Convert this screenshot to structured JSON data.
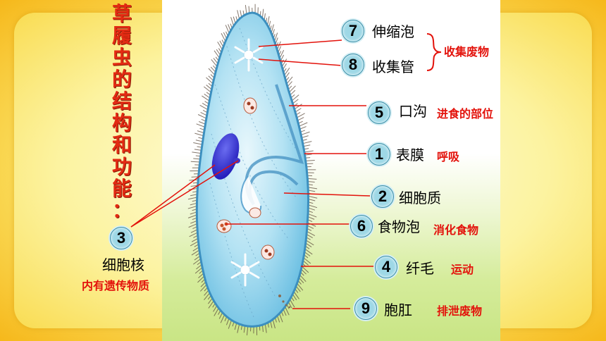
{
  "title": "草履虫的结构和功能：",
  "parts": [
    {
      "num": "7",
      "name": "伸缩泡",
      "function": ""
    },
    {
      "num": "8",
      "name": "收集管",
      "function": ""
    },
    {
      "num": "5",
      "name": "口沟",
      "function": "进食的部位"
    },
    {
      "num": "1",
      "name": "表膜",
      "function": "呼吸"
    },
    {
      "num": "2",
      "name": "细胞质",
      "function": ""
    },
    {
      "num": "6",
      "name": "食物泡",
      "function": "消化食物"
    },
    {
      "num": "4",
      "name": "纤毛",
      "function": "运动"
    },
    {
      "num": "9",
      "name": "胞肛",
      "function": "排泄废物"
    },
    {
      "num": "3",
      "name": "细胞核",
      "function": "内有遗传物质"
    }
  ],
  "brace_function": "收集废物",
  "colors": {
    "label_red": "#e3120b",
    "title_red": "#e32b13",
    "badge_blue": "#9ed8e6",
    "body_blue": "#8fd0ea"
  }
}
